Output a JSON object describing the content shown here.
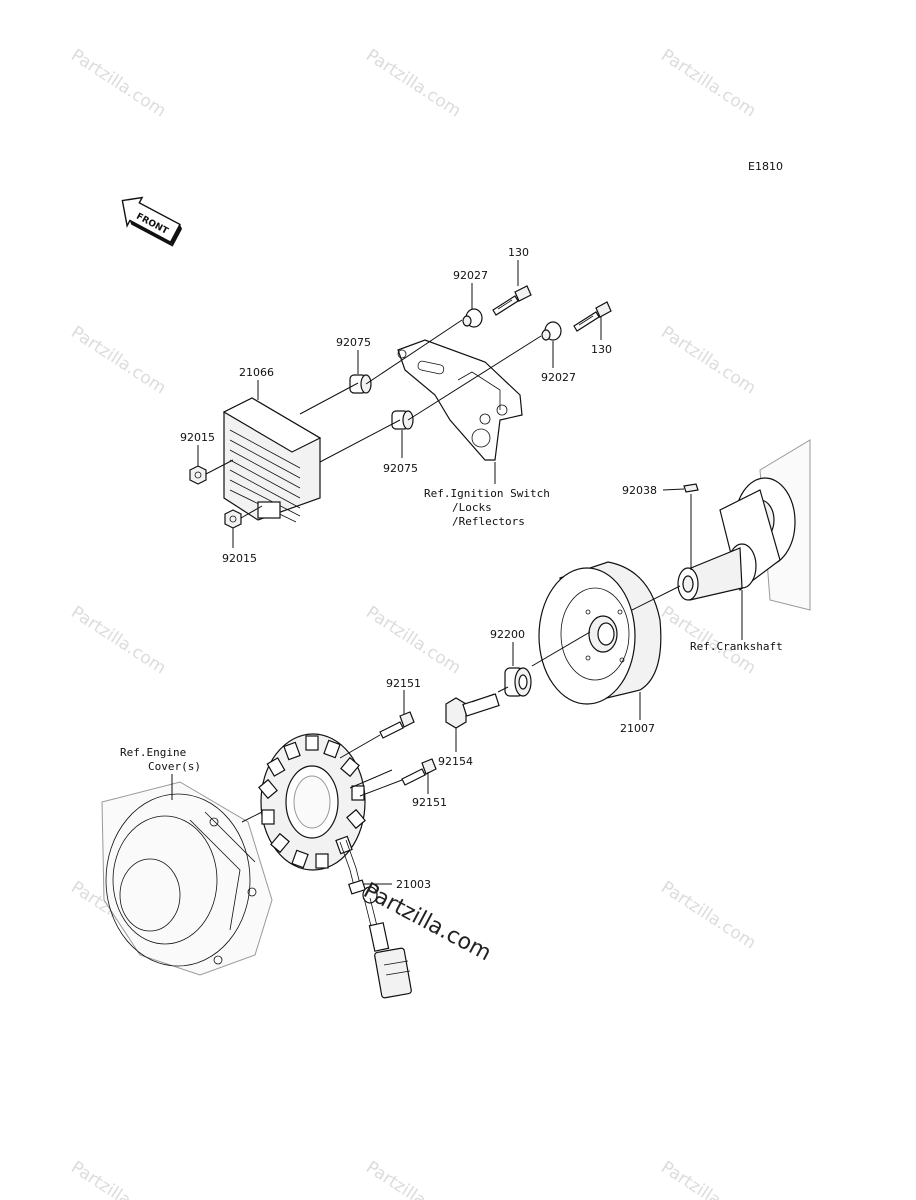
{
  "diagram_code": "E1810",
  "front_label": "FRONT",
  "watermark_text": "Partzilla.com",
  "watermark_big": "Partzilla.com",
  "labels": {
    "p130_top": "130",
    "p130_right": "130",
    "p92027_top": "92027",
    "p92027_right": "92027",
    "p92075_top": "92075",
    "p92075_bottom": "92075",
    "p21066": "21066",
    "p92015_top": "92015",
    "p92015_bottom": "92015",
    "p92038": "92038",
    "p92200": "92200",
    "p21007": "21007",
    "p92151_top": "92151",
    "p92151_right": "92151",
    "p92154": "92154",
    "p21003": "21003"
  },
  "refs": {
    "ignition_line1": "Ref.Ignition Switch",
    "ignition_line2": "/Locks",
    "ignition_line3": "/Reflectors",
    "crankshaft": "Ref.Crankshaft",
    "engine_line1": "Ref.Engine",
    "engine_line2": "Cover(s)"
  }
}
